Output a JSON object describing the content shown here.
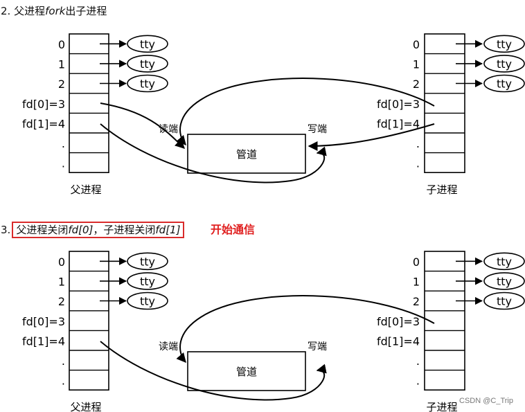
{
  "sections": [
    {
      "number": "2.",
      "caption_parts": [
        "父进程",
        "fork",
        "出子进程"
      ],
      "parent_label": "父进程",
      "child_label": "子进程",
      "pipe_label": "管道",
      "read_label": "读端",
      "write_label": "写端",
      "rows": [
        "0",
        "1",
        "2",
        "fd[0]=3",
        "fd[1]=4",
        ".",
        "."
      ],
      "tty": [
        "tty",
        "tty",
        "tty"
      ],
      "child_fd": [
        "fd[0]=3",
        "fd[1]=4"
      ]
    },
    {
      "number": "3.",
      "caption_parts": [
        "父进程关闭",
        "fd[0]",
        "，子进程关闭",
        "fd[1]"
      ],
      "note": "开始通信",
      "parent_label": "父进程",
      "child_label": "子进程",
      "pipe_label": "管道",
      "read_label": "读端",
      "write_label": "写端",
      "rows": [
        "0",
        "1",
        "2",
        "fd[0]=3",
        "fd[1]=4",
        ".",
        "."
      ],
      "tty": [
        "tty",
        "tty",
        "tty"
      ],
      "child_fd": [
        "fd[0]=3",
        "fd[1]=4"
      ]
    }
  ],
  "watermark": "CSDN @C_Trip",
  "colors": {
    "highlight_box": "#d92b2b",
    "note": "#e02020"
  }
}
